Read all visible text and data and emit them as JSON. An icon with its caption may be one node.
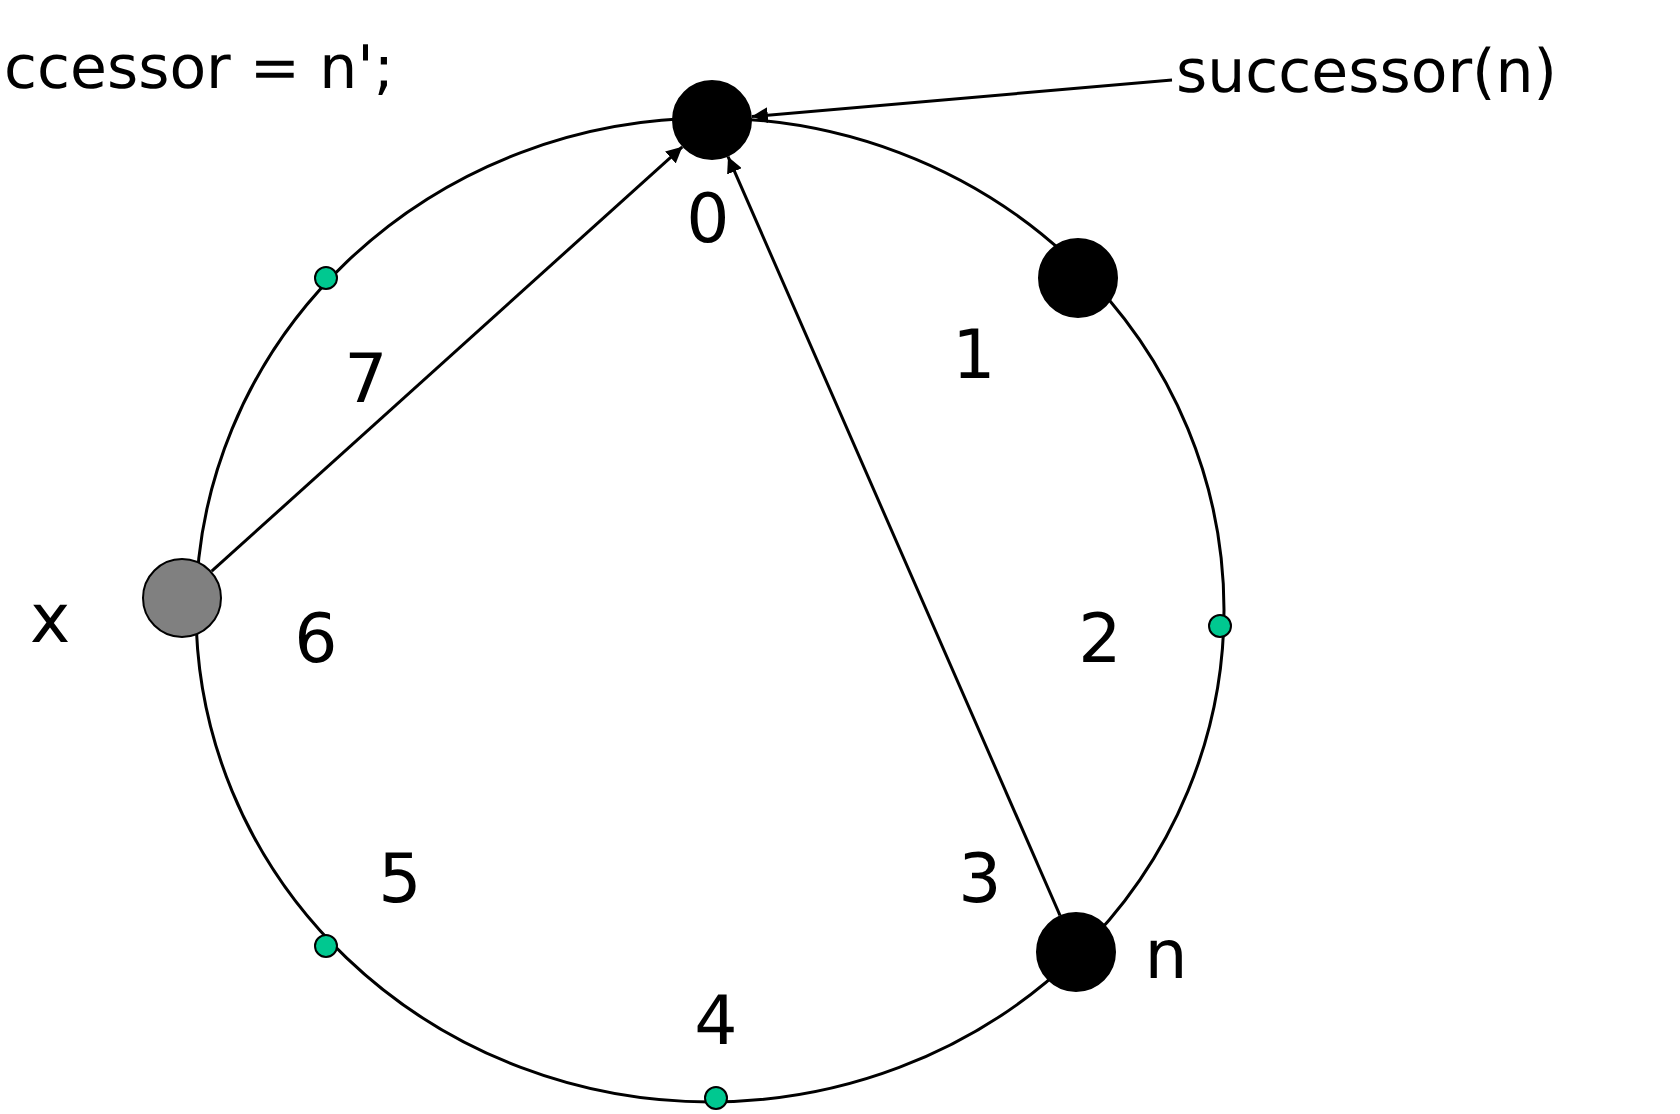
{
  "diagram": {
    "nodes": [
      {
        "text": [],
        "shape": "circle",
        "beside": [
          "0"
        ]
      },
      {
        "text": [],
        "shape": "circle",
        "beside": [
          "1"
        ]
      },
      {
        "text": [],
        "shape": "circle",
        "beside": [
          "2"
        ]
      },
      {
        "text": [],
        "shape": "circle",
        "beside": [
          "3",
          "n"
        ]
      },
      {
        "text": [],
        "shape": "circle",
        "beside": [
          "4"
        ]
      },
      {
        "text": [],
        "shape": "circle",
        "beside": [
          "5"
        ]
      },
      {
        "text": [],
        "shape": "circle",
        "beside": [
          "x",
          "6"
        ]
      },
      {
        "text": [],
        "shape": "circle",
        "beside": [
          "7"
        ]
      },
      {
        "text": [
          "successor(n)"
        ]
      }
    ],
    "edges": [
      {
        "from": 6,
        "to": 0,
        "arrow": "to"
      },
      {
        "from": 3,
        "to": 0,
        "arrow": "to"
      },
      {
        "from": 8,
        "to": 0,
        "arrow": "to"
      }
    ],
    "labels": [
      "ccessor = n';"
    ]
  }
}
